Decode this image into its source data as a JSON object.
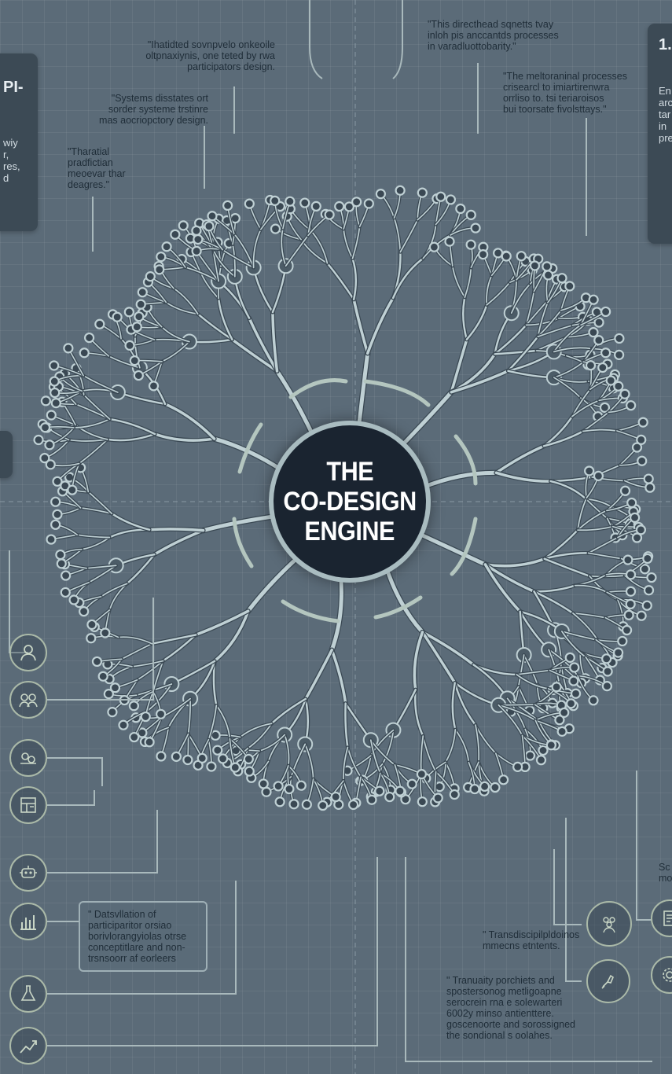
{
  "center": {
    "line1": "THE",
    "line2": "CO-DESIGN",
    "line3": "ENGINE"
  },
  "annotations": {
    "top_left_1": "\"Ihatidted sovnpvelo onkeoile\noltpnaxiynis, one teted by rwa\nparticipators design.",
    "top_left_2": "\"Systems disstates ort\nsorder systeme trstinre\nmas aocriopctory design.",
    "top_left_3": "\"Tharatial\npradfictian\nmeoevar thar\ndeagres.\"",
    "top_right_1": "\"This directhead sqnetts tvay\ninloh pis anccantds processes\nin varadluottobarity.\"",
    "top_right_2": "\"The meltoraninal processes\ncrisearcl to imiartirenwra\norrliso to. tsi teriaroisos\nbui toorsate fivolsttays.\"",
    "bottom_left_box": "\" Datsvllation of\nparticiparitor orsiao\nborivlorangyiolas otrse\nconceptitlare and non-\ntrsnsoorr af eorleers",
    "bottom_right_1": "\" Transdiscipilpldoinos\nmmecns etntents.",
    "bottom_right_2": "\" Tranuaity porchiets and\nspostersonog metligoapne\nserocrein rna e solewarteri\n6002y minso antienttere.\ngoscenoorte and sorossigned\nthe sondional s oolahes."
  },
  "left_panel": {
    "title": "PI-",
    "text": "wiy\nr,\nres,\nd"
  },
  "right_panel": {
    "title": "1.",
    "text": "En\narc\ntar\nin\npre"
  },
  "right_edge": {
    "text": "Sc\nmo"
  },
  "left_icons": [
    "person-icon",
    "group-icon",
    "collaboration-icon",
    "layout-icon",
    "robot-icon",
    "bar-chart-icon",
    "flask-icon",
    "trend-chart-icon"
  ],
  "right_icons": [
    "team-icon",
    "hand-tool-icon",
    "document-icon",
    "gear-icon"
  ],
  "colors": {
    "background": "#5b6b78",
    "branch": "#bfd0d4",
    "core": "#1a2430",
    "icon_ring": "#aab9a8"
  }
}
